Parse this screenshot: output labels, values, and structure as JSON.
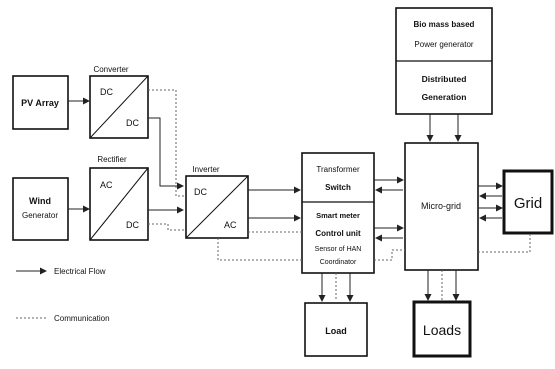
{
  "blocks": {
    "pv_array": "PV Array",
    "converter_title": "Converter",
    "converter_in": "DC",
    "converter_out": "DC",
    "rectifier_title": "Rectifier",
    "rectifier_in": "AC",
    "rectifier_out": "DC",
    "wind_line1": "Wind",
    "wind_line2": "Generator",
    "inverter_title": "Inverter",
    "inverter_in": "DC",
    "inverter_out": "AC",
    "transfer_line1": "Transformer",
    "transfer_line2": "Switch",
    "smart_line1": "Smart meter",
    "smart_line2": "Control unit",
    "smart_line3": "Sensor of HAN",
    "smart_line4": "Coordinator",
    "biomass_line1": "Bio mass based",
    "biomass_line2": "Power generator",
    "dg_line1": "Distributed",
    "dg_line2": "Generation",
    "microgrid": "Micro-grid",
    "grid": "Grid",
    "load": "Load",
    "loads": "Loads"
  },
  "legend": {
    "flow_label": "Electrical Flow",
    "comm_label": "Communication"
  }
}
